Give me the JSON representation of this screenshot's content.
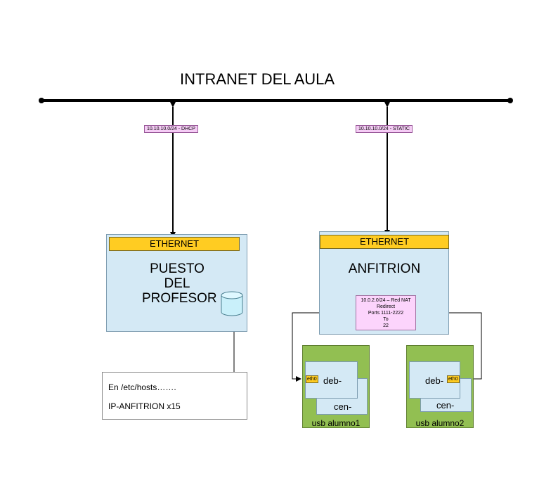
{
  "title": "INTRANET DEL AULA",
  "network_labels": {
    "profesor": "10.10.10.0/24 - DHCP",
    "anfitrion": "10.10.10.0/24 - STATIC"
  },
  "profesor": {
    "ethernet": "ETHERNET",
    "name_lines": [
      "PUESTO",
      "DEL",
      "PROFESOR"
    ]
  },
  "anfitrion": {
    "ethernet": "ETHERNET",
    "name": "ANFITRION",
    "nat_lines": [
      "10.0.2.0/24 – Red NAT",
      "Redirect",
      "Ports 1111-2222",
      "To",
      "22"
    ]
  },
  "usb": [
    {
      "label": "usb alumno1",
      "vm_back": "cen-",
      "vm_front": "deb-",
      "eth": "eth0"
    },
    {
      "label": "usb alumno2",
      "vm_back": "cen-",
      "vm_front": "deb-",
      "eth": "eth0"
    }
  ],
  "hosts_note": {
    "line1": "En /etc/hosts…….",
    "line2": "IP-ANFITRION x15"
  },
  "colors": {
    "host_fill": "#d4e9f5",
    "ethernet_fill": "#ffcc22",
    "nat_fill": "#fcd4fc",
    "usb_fill": "#92bf52",
    "label_fill": "#f5ccf5"
  },
  "icons": {
    "storage": "database-cylinder-icon"
  }
}
